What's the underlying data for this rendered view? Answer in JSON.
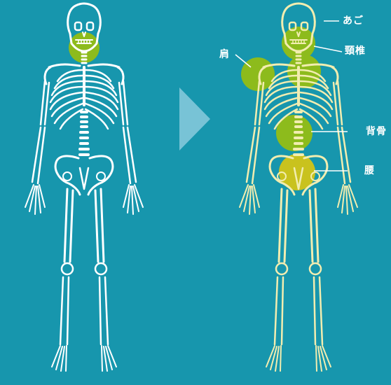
{
  "labels": {
    "jaw": "あご",
    "neck": "頸椎",
    "shoulder": "肩",
    "back": "背骨",
    "waist": "腰"
  },
  "colors": {
    "background": "#1796ad",
    "bone": "#ffffff",
    "highlight_bone": "#f2edb0",
    "hotspot": "#8dbb1c",
    "arrow": "#78c3d6",
    "label_text": "#ffffff"
  }
}
